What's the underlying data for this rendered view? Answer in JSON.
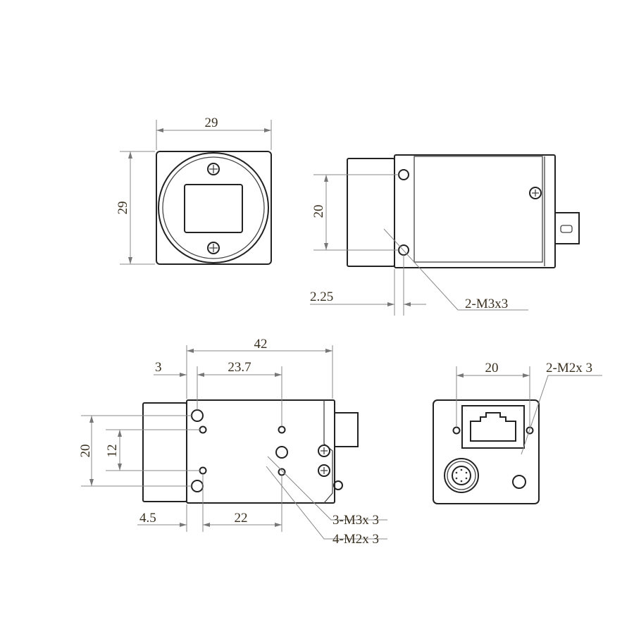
{
  "front_view": {
    "width": "29",
    "height": "29"
  },
  "side_view": {
    "hole_spacing": "20",
    "hole_offset": "2.25",
    "hole_callout": "2-M3x3"
  },
  "bottom_view": {
    "length": "42",
    "offset_front": "3",
    "hole_distance": "23.7",
    "outer_spacing": "20",
    "inner_spacing": "12",
    "offset_small": "4.5",
    "small_distance": "22",
    "callout_m3": "3-M3x 3",
    "callout_m2": "4-M2x 3"
  },
  "back_view": {
    "hole_spacing": "20",
    "hole_callout": "2-M2x 3"
  }
}
